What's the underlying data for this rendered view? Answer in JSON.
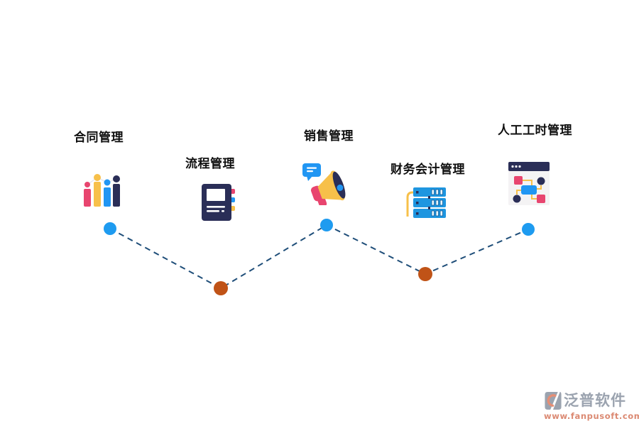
{
  "page": {
    "background": "#ffffff",
    "type": "zigzag-timeline-infographic"
  },
  "items": [
    {
      "label": "合同管理",
      "icon": "bar-chart-icon",
      "dot_color": "blue"
    },
    {
      "label": "流程管理",
      "icon": "notebook-icon",
      "dot_color": "orange"
    },
    {
      "label": "销售管理",
      "icon": "megaphone-icon",
      "dot_color": "blue"
    },
    {
      "label": "财务会计管理",
      "icon": "server-stack-icon",
      "dot_color": "orange"
    },
    {
      "label": "人工工时管理",
      "icon": "flowchart-window-icon",
      "dot_color": "blue"
    }
  ],
  "connector": {
    "style": "dashed",
    "dot_colors": [
      "blue",
      "orange",
      "blue",
      "orange",
      "blue"
    ]
  },
  "footer": {
    "brand": "泛普软件",
    "website": "www.fanpusoft.com"
  },
  "colors": {
    "page-bg": "#ffffff",
    "text": "#101010",
    "pink": "#E8456F",
    "yellow": "#F7C04A",
    "navy": "#2A2E57",
    "blue": "#2196F3",
    "server-blue": "#1E96E0",
    "window-bg": "#F4F3F4",
    "dot-blue": "#1E9BF0",
    "dot-orange": "#C05317",
    "line": "#1F4E79",
    "logo-gray": "#9BA3AF",
    "logo-orange": "#E58E75",
    "logo-url": "#DB8972"
  }
}
